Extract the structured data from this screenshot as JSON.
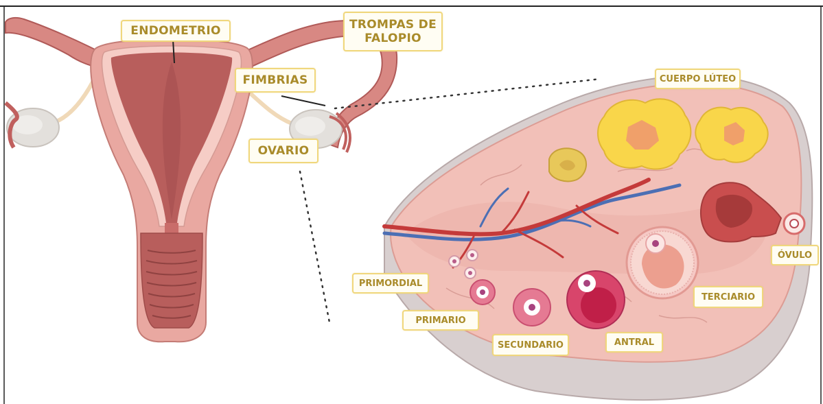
{
  "labels": {
    "endometrio": "ENDOMETRIO",
    "trompas": "TROMPAS DE\nFALOPIO",
    "fimbrias": "FIMBRIAS",
    "ovario": "OVARIO",
    "cuerpo_luteo": "CUERPO LÚTEO",
    "ovulo": "ÓVULO",
    "primordial": "PRIMORDIAL",
    "primario": "PRIMARIO",
    "secundario": "SECUNDARIO",
    "antral": "ANTRAL",
    "terciario": "TERCIARIO"
  },
  "colors": {
    "label_border": "#f0d77c",
    "label_text": "#a98b2a",
    "uterus_outer": "#e9a8a1",
    "uterus_inner": "#b85e5c",
    "ovary_tissue": "#f2c0b8",
    "corpus_luteum": "#f9d64a",
    "vein": "#4c6fb4",
    "artery": "#c43a3a"
  }
}
